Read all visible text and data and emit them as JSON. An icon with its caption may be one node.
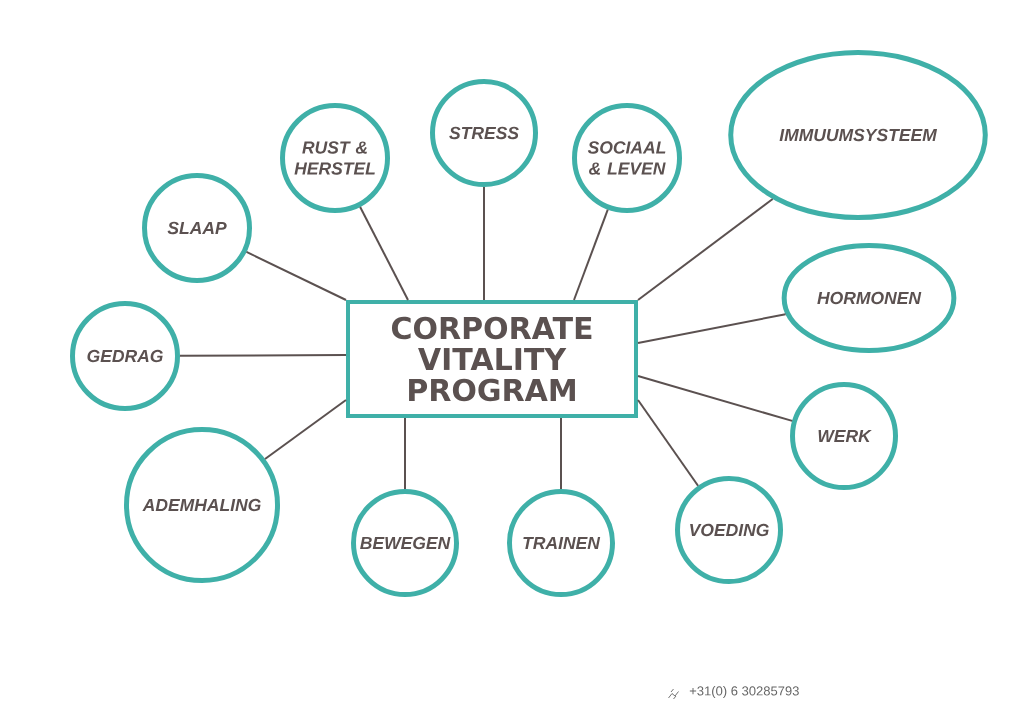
{
  "diagram": {
    "nodes": [
      {
        "text": [
          "CORPORATE VITALITY PROGRAM"
        ]
      },
      {
        "text": [
          "SLAAP"
        ]
      },
      {
        "text": [
          "RUST & HERSTEL"
        ]
      },
      {
        "text": [
          "STRESS"
        ]
      },
      {
        "text": [
          "SOCIAAL & LEVEN"
        ]
      },
      {
        "text": [
          "IMMUUMSYSTEEM"
        ]
      },
      {
        "text": [
          "HORMONEN"
        ]
      },
      {
        "text": [
          "WERK"
        ]
      },
      {
        "text": [
          "VOEDING"
        ]
      },
      {
        "text": [
          "TRAINEN"
        ]
      },
      {
        "text": [
          "BEWEGEN"
        ]
      },
      {
        "text": [
          "ADEMHALING"
        ]
      },
      {
        "text": [
          "GEDRAG"
        ]
      }
    ],
    "edges": [
      {
        "from": 0,
        "to": 1,
        "arrow": "none"
      },
      {
        "from": 0,
        "to": 2,
        "arrow": "none"
      },
      {
        "from": 0,
        "to": 3,
        "arrow": "none"
      },
      {
        "from": 0,
        "to": 4,
        "arrow": "none"
      },
      {
        "from": 0,
        "to": 5,
        "arrow": "none"
      },
      {
        "from": 0,
        "to": 6,
        "arrow": "none"
      },
      {
        "from": 0,
        "to": 7,
        "arrow": "none"
      },
      {
        "from": 0,
        "to": 8,
        "arrow": "none"
      },
      {
        "from": 0,
        "to": 9,
        "arrow": "none"
      },
      {
        "from": 0,
        "to": 10,
        "arrow": "none"
      },
      {
        "from": 0,
        "to": 11,
        "arrow": "none"
      },
      {
        "from": 0,
        "to": 12,
        "arrow": "none"
      }
    ],
    "labels": [
      "+31(0) 6 30285793"
    ]
  }
}
